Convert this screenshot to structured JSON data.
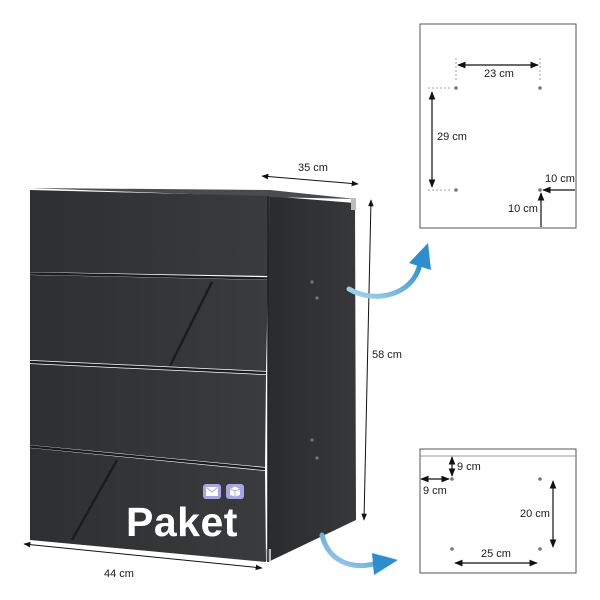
{
  "product": {
    "front_label": "Paket",
    "colors": {
      "body": "#333436",
      "body_side": "#2f3032",
      "icon_badge": "#a9a4e6",
      "arrow": "#4aa6d8"
    },
    "icons": [
      "envelope-icon",
      "package-icon"
    ]
  },
  "dimensions": {
    "depth": "35 cm",
    "height": "58 cm",
    "width": "44 cm"
  },
  "mounting_top": {
    "horizontal": "23 cm",
    "vertical": "29 cm",
    "edge_right": "10 cm",
    "edge_bottom": "10 cm"
  },
  "mounting_bottom": {
    "top_offset": "9 cm",
    "left_offset": "9 cm",
    "vertical": "20 cm",
    "horizontal": "25 cm"
  }
}
